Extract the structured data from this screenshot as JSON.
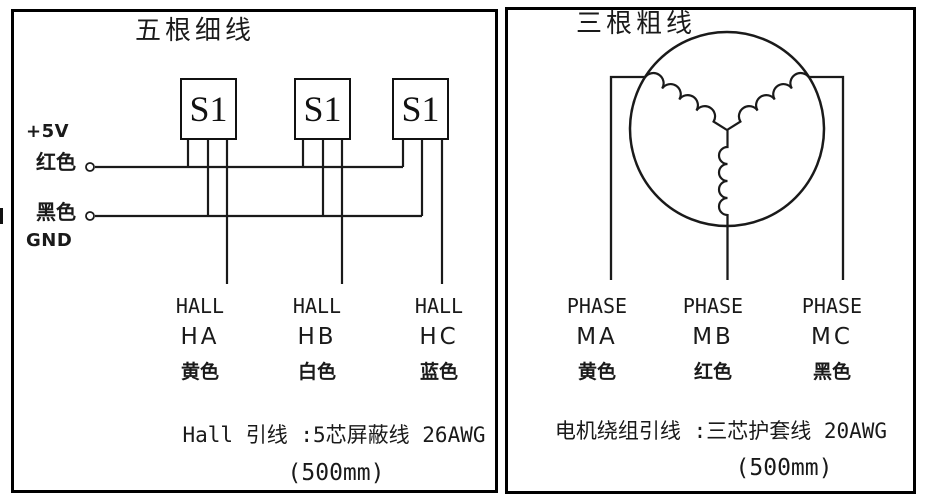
{
  "left_panel": {
    "title": "五根细线",
    "sensors": [
      "S1",
      "S1",
      "S1"
    ],
    "supply": {
      "v_label": "+5V",
      "v_wire_color": "红色",
      "gnd_wire_color": "黑色",
      "gnd_label": "GND"
    },
    "columns": [
      {
        "signal": "HALL",
        "name": "HA",
        "wire_color": "黄色"
      },
      {
        "signal": "HALL",
        "name": "HB",
        "wire_color": "白色"
      },
      {
        "signal": "HALL",
        "name": "HC",
        "wire_color": "蓝色"
      }
    ],
    "note_line1": "Hall 引线 :5芯屏蔽线 26AWG",
    "note_line2": "(500mm)"
  },
  "right_panel": {
    "title": "三根粗线",
    "columns": [
      {
        "signal": "PHASE",
        "name": "MA",
        "wire_color": "黄色"
      },
      {
        "signal": "PHASE",
        "name": "MB",
        "wire_color": "红色"
      },
      {
        "signal": "PHASE",
        "name": "MC",
        "wire_color": "黑色"
      }
    ],
    "note_line1": "电机绕组引线 :三芯护套线 20AWG",
    "note_line2": "(500mm)"
  },
  "colors": {
    "ink": "#1a1a1a",
    "background": "#ffffff"
  }
}
